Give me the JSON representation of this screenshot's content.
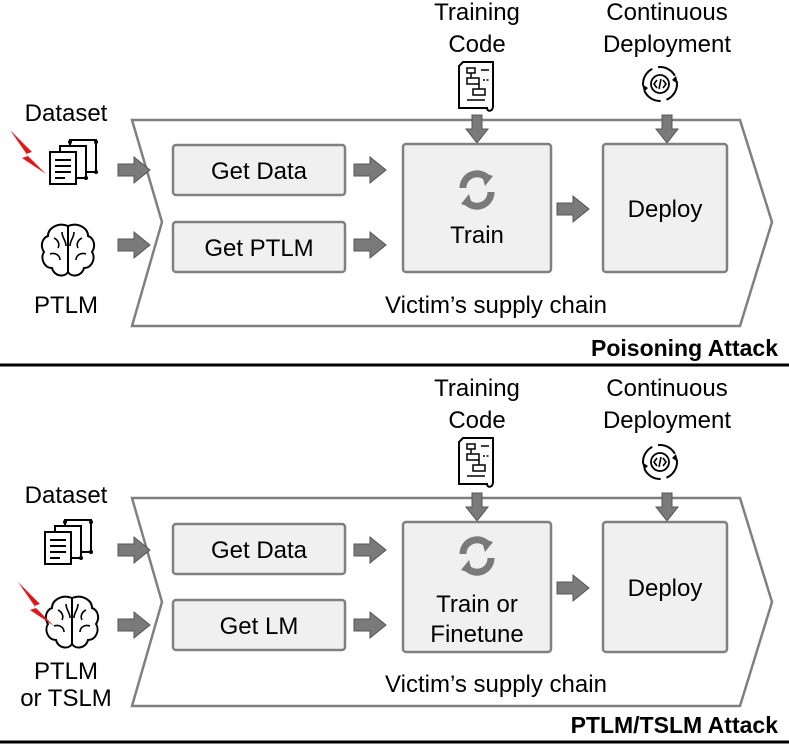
{
  "panels": [
    {
      "id": "poisoning",
      "title": "Poisoning Attack",
      "supply_chain_label": "Victim’s supply chain",
      "inputs": {
        "dataset_label": "Dataset",
        "model_label_line1": "PTLM",
        "model_label_line2": ""
      },
      "dataset_attacked": true,
      "model_attacked": false,
      "training_code_line1": "Training",
      "training_code_line2": "Code",
      "deployment_line1": "Continuous",
      "deployment_line2": "Deployment",
      "steps": {
        "get_data": "Get Data",
        "get_model": "Get PTLM",
        "train_line1": "Train",
        "train_line2": "",
        "deploy": "Deploy"
      }
    },
    {
      "id": "ptlm_tslm",
      "title": "PTLM/TSLM Attack",
      "supply_chain_label": "Victim’s supply chain",
      "inputs": {
        "dataset_label": "Dataset",
        "model_label_line1": "PTLM",
        "model_label_line2": "or TSLM"
      },
      "dataset_attacked": false,
      "model_attacked": true,
      "training_code_line1": "Training",
      "training_code_line2": "Code",
      "deployment_line1": "Continuous",
      "deployment_line2": "Deployment",
      "steps": {
        "get_data": "Get Data",
        "get_model": "Get LM",
        "train_line1": "Train or",
        "train_line2": "Finetune",
        "deploy": "Deploy"
      }
    }
  ],
  "colors": {
    "arrow": "#7a7a7a",
    "box_fill": "#f0f0f0",
    "box_stroke": "#808080",
    "lightning": "#e0181b",
    "divider": "#000000"
  }
}
